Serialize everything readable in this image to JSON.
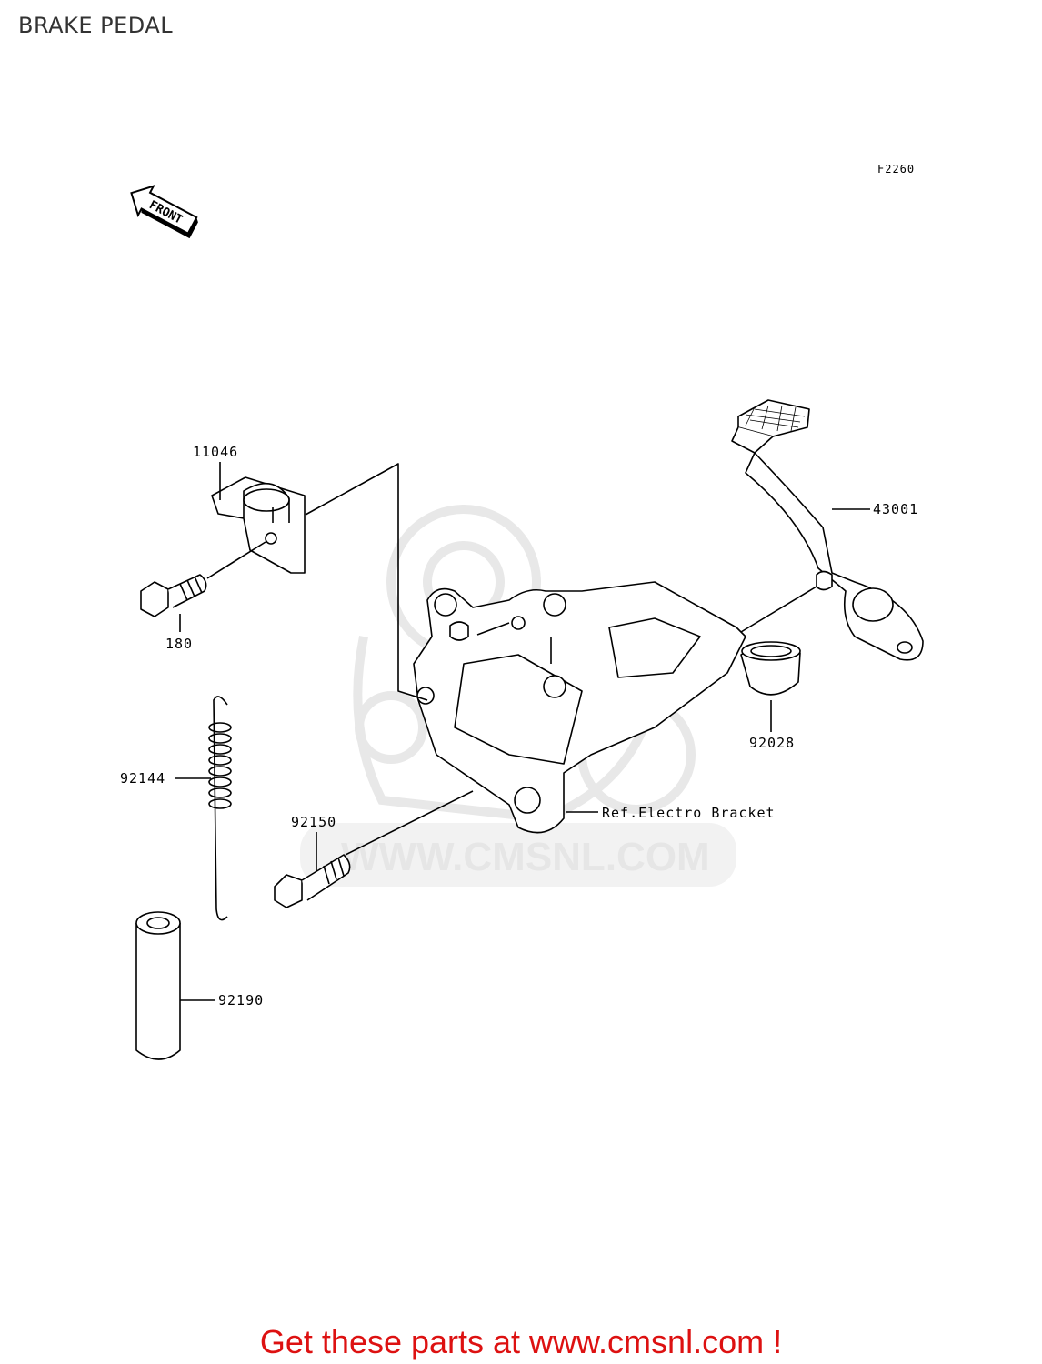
{
  "page": {
    "title": "BRAKE PEDAL"
  },
  "figure": {
    "code": "F2260",
    "front_label": "FRONT"
  },
  "parts": [
    {
      "number": "11046",
      "name": "clamp"
    },
    {
      "number": "180",
      "name": "bolt"
    },
    {
      "number": "43001",
      "name": "brake-pedal"
    },
    {
      "number": "92028",
      "name": "bushing"
    },
    {
      "number": "92144",
      "name": "spring"
    },
    {
      "number": "92150",
      "name": "bolt"
    },
    {
      "number": "92190",
      "name": "collar"
    }
  ],
  "reference_note": "Ref.Electro Bracket",
  "watermark": {
    "text": "WWW.CMSNL.COM"
  },
  "footer": {
    "text": "Get these parts at www.cmsnl.com !"
  }
}
